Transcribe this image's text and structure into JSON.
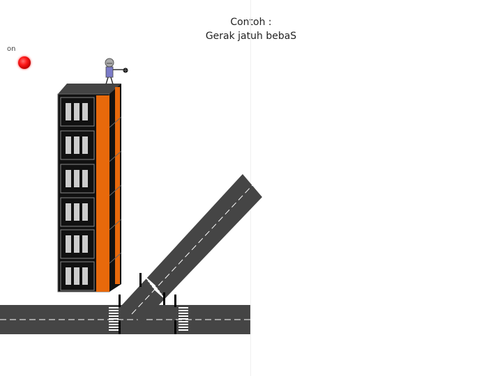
{
  "slide": {
    "title_line1": "Contoh :",
    "title_line2": "Gerak jatuh beba",
    "title_line2_cap": "S"
  },
  "control": {
    "label": "on",
    "button_color": "#e00000"
  },
  "colors": {
    "building_dark": "#111111",
    "building_roof": "#444444",
    "building_side": "#e8690b",
    "road": "#454545",
    "road_marking": "#ffffff",
    "person_shirt": "#7b7bc8"
  },
  "icons": {
    "button": "red-led-icon",
    "ball": "ball-icon",
    "person": "stick-figure-icon"
  }
}
